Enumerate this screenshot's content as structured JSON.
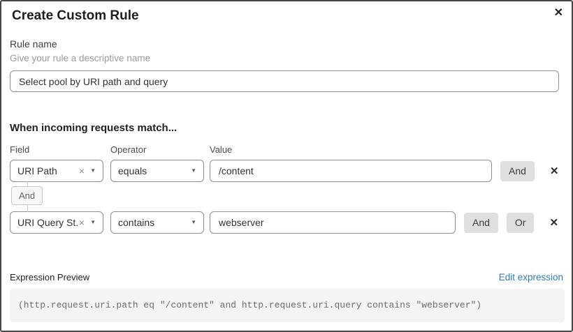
{
  "dialog": {
    "title": "Create Custom Rule"
  },
  "icons": {
    "close": "✕",
    "caret_down": "▼",
    "clear": "×",
    "delete": "✕"
  },
  "rule_name": {
    "label": "Rule name",
    "helper": "Give your rule a descriptive name",
    "value": "Select pool by URI path and query"
  },
  "match": {
    "heading": "When incoming requests match...",
    "columns": {
      "field": "Field",
      "operator": "Operator",
      "value": "Value"
    },
    "connector": "And",
    "rows": [
      {
        "field": "URI Path",
        "operator": "equals",
        "value": "/content",
        "and_button": "And"
      },
      {
        "field": "URI Query St...",
        "operator": "contains",
        "value": "webserver",
        "and_button": "And",
        "or_button": "Or"
      }
    ]
  },
  "expression_preview": {
    "label": "Expression Preview",
    "edit_link": "Edit expression",
    "code": "(http.request.uri.path eq \"/content\" and http.request.uri.query contains \"webserver\")"
  },
  "colors": {
    "link_blue": "#2e7cb8",
    "button_gray": "#dfdfdf",
    "code_bg": "#f4f4f4",
    "dialog_border": "#474747"
  }
}
